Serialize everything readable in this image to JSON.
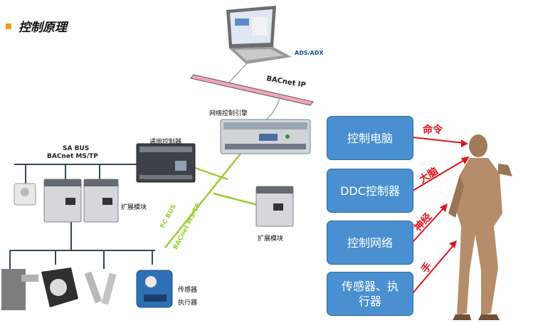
{
  "slide": {
    "title": "控制原理",
    "accent_color": "#f29b1a"
  },
  "network": {
    "ads_label": "ADS/ADX",
    "bacnet_ip_label": "BACnet IP",
    "engine_label": "网络控制引擎",
    "general_controller_label": "通用控制器",
    "sa_bus_label": "SA BUS",
    "bacnet_mstp_label": "BACnet MS/TP",
    "expansion_module_left_label": "扩展模块",
    "expansion_module_right_label": "扩展模块",
    "fc_bus_label": "FC BUS",
    "fc_bacnet_mstp_label": "BACnet MS/TP",
    "sensor_label": "传感器",
    "actuator_label": "执行器",
    "fc_bus_color": "#9acd32"
  },
  "analogy": {
    "levels": [
      {
        "box": "控制电脑",
        "arrow_label": "命令"
      },
      {
        "box": "DDC控制器",
        "arrow_label": "大脑"
      },
      {
        "box": "控制网络",
        "arrow_label": "神经"
      },
      {
        "box": "传感器、执\n行器",
        "arrow_label": "手"
      }
    ],
    "box_color": "#4a8fd0",
    "arrow_color": "#e0141a"
  }
}
